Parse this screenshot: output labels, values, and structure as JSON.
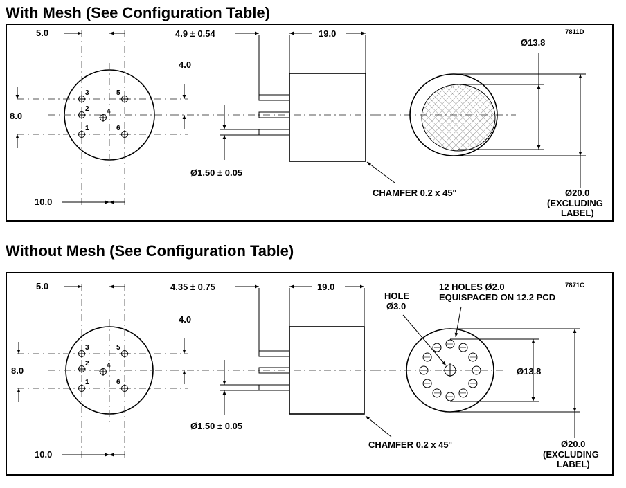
{
  "panel_with_mesh": {
    "heading": "With Mesh (See Configuration Table)",
    "code": "7811D",
    "dim_pin_offset": "5.0",
    "dim_pin_length": "4.9 ± 0.54",
    "dim_body_height": "19.0",
    "dim_pin_spacing_v": "4.0",
    "dim_pin_spacing_h": "8.0",
    "dim_pin_diameter": "Ø1.50 ± 0.05",
    "dim_pin_spacing_w": "10.0",
    "chamfer": "CHAMFER 0.2 x 45°",
    "dim_mesh_diameter": "Ø13.8",
    "dim_outer_diameter": "Ø20.0",
    "excluding_line1": "(EXCLUDING",
    "excluding_line2": "LABEL)",
    "pins": [
      "3",
      "5",
      "2",
      "4",
      "1",
      "6"
    ]
  },
  "panel_without_mesh": {
    "heading": "Without Mesh (See Configuration Table)",
    "code": "7871C",
    "dim_pin_offset": "5.0",
    "dim_pin_length": "4.35 ± 0.75",
    "dim_body_height": "19.0",
    "dim_pin_spacing_v": "4.0",
    "dim_pin_spacing_h": "8.0",
    "dim_pin_diameter": "Ø1.50 ± 0.05",
    "dim_pin_spacing_w": "10.0",
    "chamfer": "CHAMFER 0.2 x 45°",
    "hole_label": "HOLE",
    "hole_diameter": "Ø3.0",
    "holes_line1": "12 HOLES Ø2.0",
    "holes_line2": "EQUISPACED ON 12.2 PCD",
    "dim_inner_diameter": "Ø13.8",
    "dim_outer_diameter": "Ø20.0",
    "excluding_line1": "(EXCLUDING",
    "excluding_line2": "LABEL)",
    "pins": [
      "3",
      "5",
      "2",
      "4",
      "1",
      "6"
    ]
  }
}
